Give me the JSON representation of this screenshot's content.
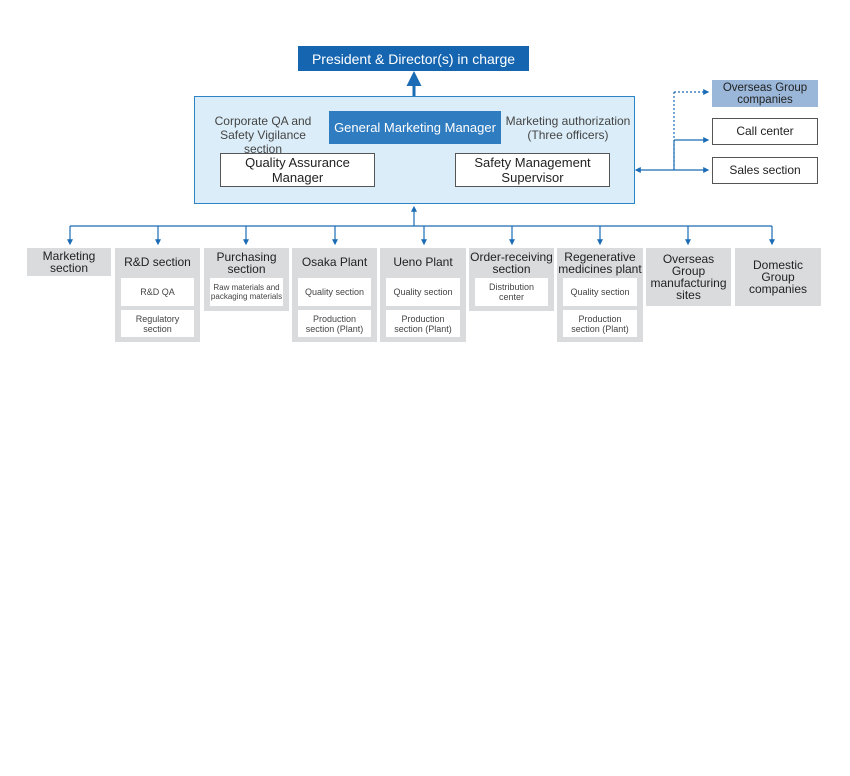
{
  "top": {
    "president": "President & Director(s) in charge"
  },
  "hq": {
    "left_label_1": "Corporate QA and",
    "left_label_2": "Safety Vigilance section",
    "gmm": "General Marketing Manager",
    "right_label_1": "Marketing authorization",
    "right_label_2": "(Three officers)",
    "qam_1": "Quality Assurance",
    "qam_2": "Manager",
    "smm_1": "Safety Management",
    "smm_2": "Supervisor"
  },
  "right_side": {
    "overseas_1": "Overseas Group",
    "overseas_2": "companies",
    "call_center": "Call center",
    "sales": "Sales section"
  },
  "columns": {
    "marketing": {
      "l1": "Marketing",
      "l2": "section"
    },
    "rd": {
      "l1": "R&D section",
      "sub1": "R&D QA",
      "sub2a": "Regulatory",
      "sub2b": "section"
    },
    "purchasing": {
      "l1": "Purchasing",
      "l2": "section",
      "sub1a": "Raw materials and",
      "sub1b": "packaging materials"
    },
    "osaka": {
      "l1": "Osaka Plant",
      "sub1": "Quality section",
      "sub2a": "Production",
      "sub2b": "section (Plant)"
    },
    "ueno": {
      "l1": "Ueno Plant",
      "sub1": "Quality section",
      "sub2a": "Production",
      "sub2b": "section (Plant)"
    },
    "order": {
      "l1": "Order-receiving",
      "l2": "section",
      "sub1a": "Distribution",
      "sub1b": "center"
    },
    "regen": {
      "l1": "Regenerative",
      "l2": "medicines plant",
      "sub1": "Quality section",
      "sub2a": "Production",
      "sub2b": "section (Plant)"
    },
    "ovsites": {
      "l1": "Overseas",
      "l2": "Group",
      "l3": "manufacturing",
      "l4": "sites"
    },
    "domestic": {
      "l1": "Domestic",
      "l2": "Group",
      "l3": "companies"
    }
  },
  "colors": {
    "accent": "#1565b0",
    "gmm": "#2f7cc0",
    "hq_bg": "#dbedf8",
    "overseas_bg": "#9ab7d9",
    "column_bg": "#d9dbdd",
    "line": "#2d83c3"
  }
}
